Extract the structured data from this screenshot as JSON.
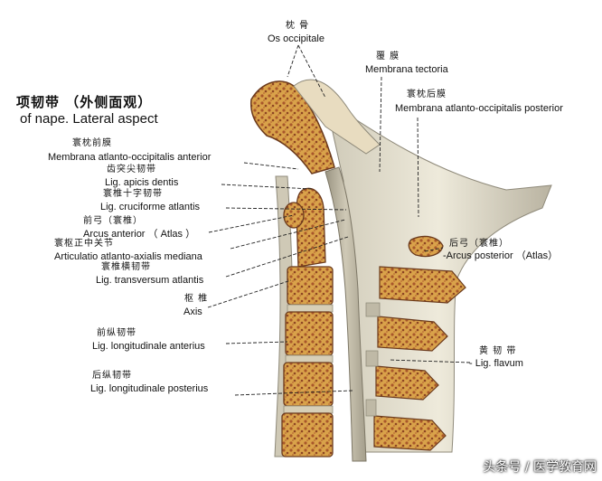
{
  "title": {
    "zh": "项韧带 （外侧面观）",
    "en": "of nape. Lateral aspect"
  },
  "labels": {
    "os_occipitale": {
      "zh": "枕  骨",
      "la": "Os occipitale"
    },
    "membrana_tectoria": {
      "zh": "覆  膜",
      "la": "Membrana tectoria"
    },
    "membrana_ao_posterior": {
      "zh": "寰枕后膜",
      "la": "Membrana atlanto-occipitalis posterior"
    },
    "membrana_ao_anterior": {
      "zh": "寰枕前膜",
      "la": "Membrana atlanto-occipitalis anterior"
    },
    "lig_apicis_dentis": {
      "zh": "齿突尖韧带",
      "la": "Lig. apicis dentis"
    },
    "lig_cruciforme": {
      "zh": "寰椎十字韧带",
      "la": "Lig. cruciforme atlantis"
    },
    "arcus_anterior": {
      "zh": "前弓（寰椎）",
      "la": "Arcus anterior （ Atlas ）"
    },
    "art_atlanto_axialis": {
      "zh": "寰枢正中关节",
      "la": "Articulatio atlanto-axialis mediana"
    },
    "lig_transversum": {
      "zh": "寰椎横韧带",
      "la": "Lig. transversum atlantis"
    },
    "axis": {
      "zh": "枢  椎",
      "la": "Axis"
    },
    "arcus_posterior": {
      "zh": "后弓（寰椎）",
      "la": "-Arcus posterior （Atlas）"
    },
    "lig_long_anterius": {
      "zh": "前纵韧带",
      "la": "Lig. longitudinale anterius"
    },
    "lig_flavum": {
      "zh": "黄  韧  带",
      "la": "- Lig. flavum"
    },
    "lig_long_posterius": {
      "zh": "后纵韧带",
      "la": "Lig. longitudinale posterius"
    }
  },
  "watermark": "头条号 / 医学教育网",
  "colors": {
    "bone": "#d9a24a",
    "marrow": "#a8572a",
    "ligament": "#dcd8c9",
    "shadow": "#8f8a7a",
    "canal": "#b9b3a1"
  }
}
